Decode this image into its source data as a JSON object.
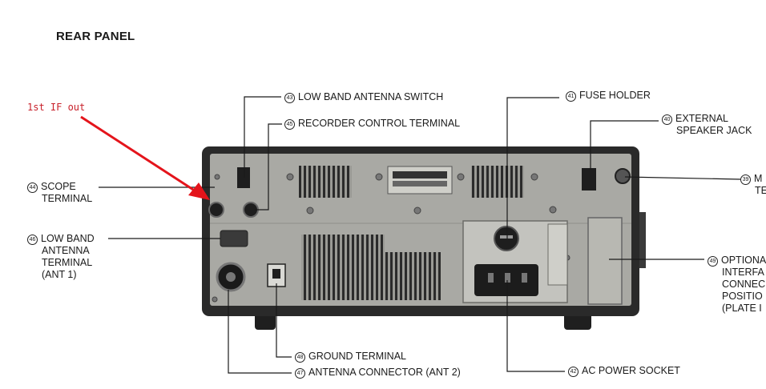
{
  "title": "REAR PANEL",
  "annotation": "1st IF out",
  "callouts": {
    "c39": {
      "num": "39",
      "lines": [
        "M",
        "TE"
      ]
    },
    "c40": {
      "num": "40",
      "lines": [
        "EXTERNAL",
        "SPEAKER JACK"
      ]
    },
    "c41": {
      "num": "41",
      "lines": [
        "FUSE HOLDER"
      ]
    },
    "c42": {
      "num": "42",
      "lines": [
        "AC POWER SOCKET"
      ]
    },
    "c43": {
      "num": "43",
      "lines": [
        "LOW BAND ANTENNA SWITCH"
      ]
    },
    "c44": {
      "num": "44",
      "lines": [
        "SCOPE",
        "TERMINAL"
      ]
    },
    "c45": {
      "num": "45",
      "lines": [
        "RECORDER CONTROL TERMINAL"
      ]
    },
    "c46": {
      "num": "46",
      "lines": [
        "LOW BAND",
        "ANTENNA",
        "TERMINAL",
        "(ANT 1)"
      ]
    },
    "c47": {
      "num": "47",
      "lines": [
        "ANTENNA CONNECTOR (ANT 2)"
      ]
    },
    "c48": {
      "num": "48",
      "lines": [
        "GROUND TERMINAL"
      ]
    },
    "c49": {
      "num": "49",
      "lines": [
        "OPTIONA",
        "INTERFA",
        "CONNEC",
        "POSITIO",
        "(PLATE I"
      ]
    }
  },
  "colors": {
    "annotation": "#c8202a",
    "panel": "#a9a9a4",
    "chassis": "#2a2a2a",
    "ink": "#1a1a1a"
  }
}
